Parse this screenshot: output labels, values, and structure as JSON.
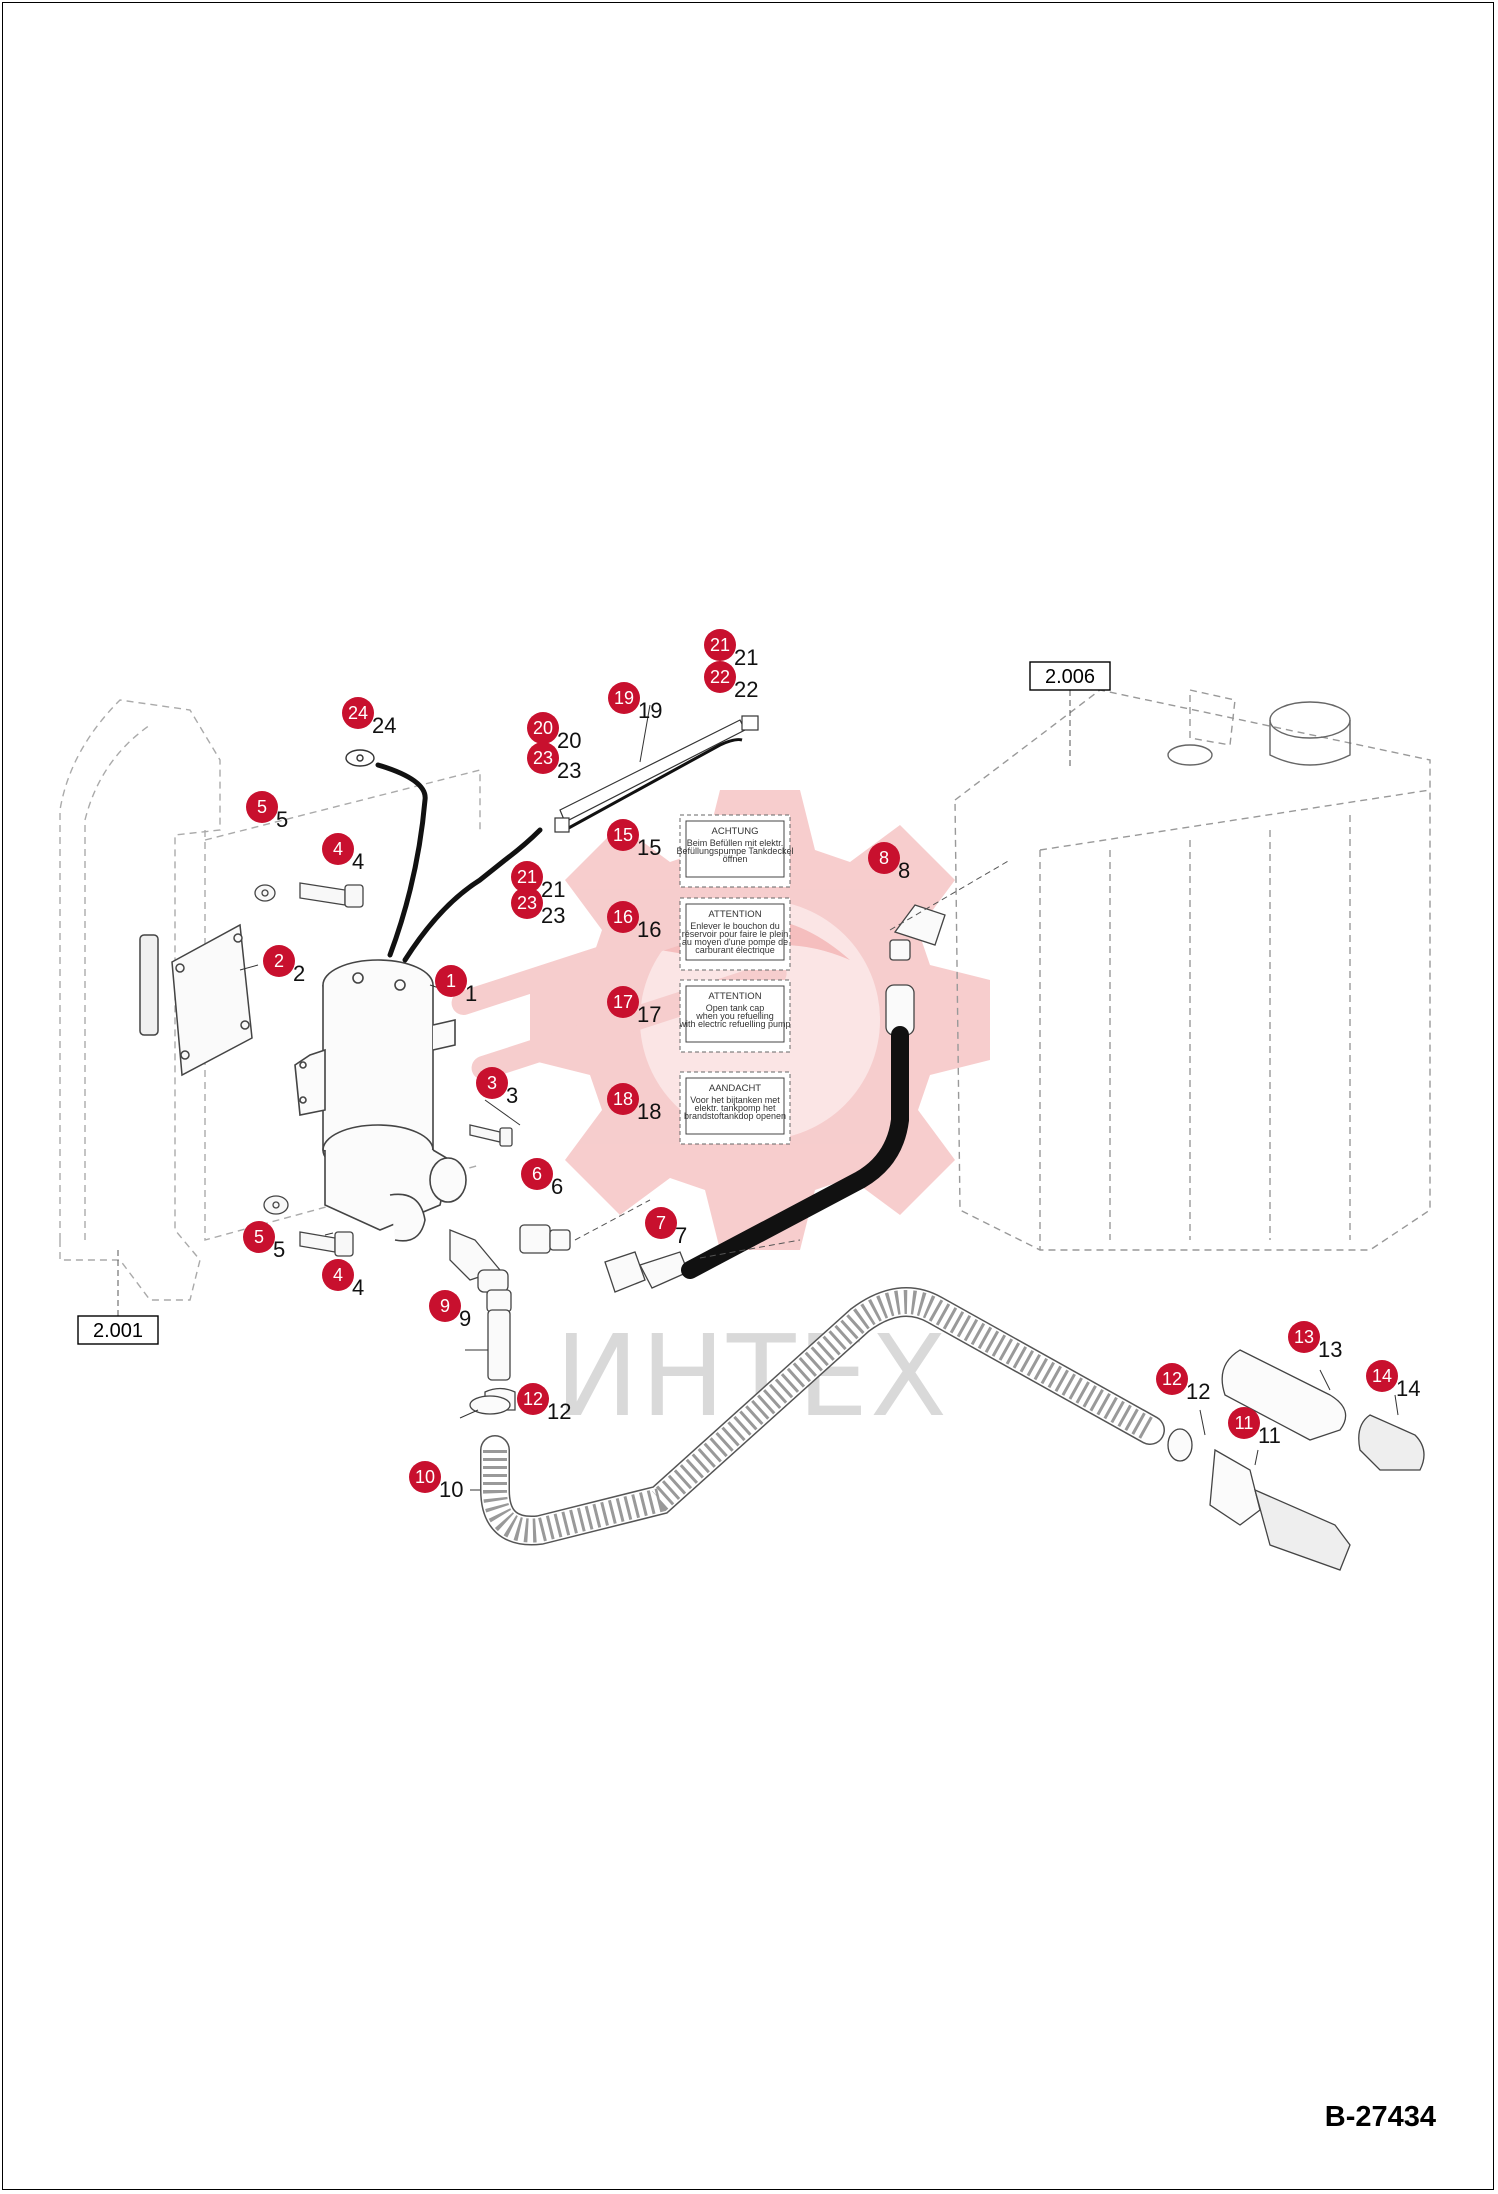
{
  "document_number": "B-27434",
  "watermark": {
    "text": "ИНТЕХ",
    "icon": "gear-logo-icon",
    "gear_color": "#f6c8c8"
  },
  "colors": {
    "marker": "#c8102e",
    "marker_text": "#ffffff",
    "hose": "#111111"
  },
  "reference_boxes": [
    {
      "id": "ref-2001",
      "label": "2.001"
    },
    {
      "id": "ref-2006",
      "label": "2.006"
    }
  ],
  "callouts": [
    {
      "number": "1",
      "ghost": "1"
    },
    {
      "number": "2",
      "ghost": "2"
    },
    {
      "number": "3",
      "ghost": "3"
    },
    {
      "number": "4",
      "ghost": "4"
    },
    {
      "number": "4",
      "ghost": "4"
    },
    {
      "number": "5",
      "ghost": "5"
    },
    {
      "number": "5",
      "ghost": "5"
    },
    {
      "number": "6",
      "ghost": "6"
    },
    {
      "number": "7",
      "ghost": "7"
    },
    {
      "number": "8",
      "ghost": "8"
    },
    {
      "number": "9",
      "ghost": "9"
    },
    {
      "number": "10",
      "ghost": "10"
    },
    {
      "number": "11",
      "ghost": "11"
    },
    {
      "number": "12",
      "ghost": "12"
    },
    {
      "number": "12",
      "ghost": "12"
    },
    {
      "number": "13",
      "ghost": "13"
    },
    {
      "number": "14",
      "ghost": "14"
    },
    {
      "number": "15",
      "ghost": "15"
    },
    {
      "number": "16",
      "ghost": "16"
    },
    {
      "number": "17",
      "ghost": "17"
    },
    {
      "number": "18",
      "ghost": "18"
    },
    {
      "number": "19",
      "ghost": "19"
    },
    {
      "number": "20",
      "ghost": "20"
    },
    {
      "number": "21",
      "ghost": "21"
    },
    {
      "number": "21",
      "ghost": "21"
    },
    {
      "number": "22",
      "ghost": "22"
    },
    {
      "number": "23",
      "ghost": "23"
    },
    {
      "number": "23",
      "ghost": "23"
    },
    {
      "number": "24",
      "ghost": "24"
    }
  ],
  "warning_labels": [
    {
      "heading": "ACHTUNG",
      "body": [
        "Beim Befüllen mit elektr.",
        "Befüllungspumpe Tankdeckel",
        "öffnen"
      ]
    },
    {
      "heading": "ATTENTION",
      "body": [
        "Enlever le bouchon du",
        "réservoir pour faire le plein",
        "au moyen d'une pompe de",
        "carburant électrique"
      ]
    },
    {
      "heading": "ATTENTION",
      "body": [
        "Open tank cap",
        "when you refuelling",
        "with electric refuelling pump"
      ]
    },
    {
      "heading": "AANDACHT",
      "body": [
        "Voor het bijtanken met",
        "elektr. tankpomp het",
        "brandstoftankdop openen"
      ]
    }
  ]
}
